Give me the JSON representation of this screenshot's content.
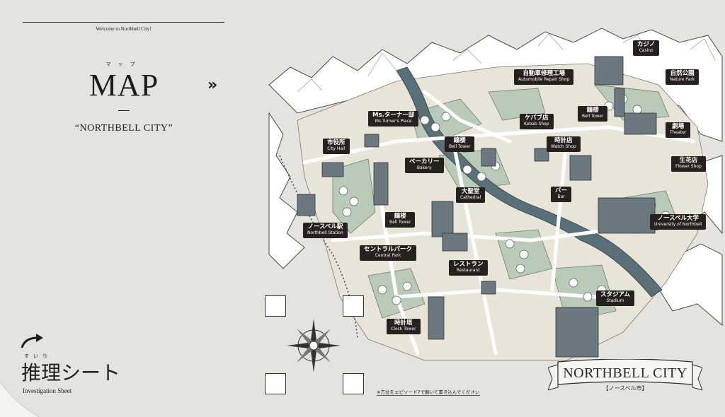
{
  "header": {
    "welcome": "Welcome to Northbell City!",
    "ruby": "マップ",
    "title": "MAP",
    "city": "“NORTHBELL CITY”",
    "arrows": "»"
  },
  "sheet": {
    "ruby": "すいり",
    "title": "推理シート",
    "subtitle": "Investigation Sheet"
  },
  "locations": [
    {
      "jp": "カジノ",
      "en": "Casino"
    },
    {
      "jp": "自動車修理工場",
      "en": "Automobile Repair Shop"
    },
    {
      "jp": "自然公園",
      "en": "Nature Park"
    },
    {
      "jp": "Ms.ターナー邸",
      "en": "Ms.Turner's Place"
    },
    {
      "jp": "ケバブ店",
      "en": "Kebab Shop"
    },
    {
      "jp": "鐘楼",
      "en": "Bell Tower"
    },
    {
      "jp": "劇場",
      "en": "Theater"
    },
    {
      "jp": "市役所",
      "en": "City Hall"
    },
    {
      "jp": "鐘楼",
      "en": "Bell Tower"
    },
    {
      "jp": "時計店",
      "en": "Watch Shop"
    },
    {
      "jp": "生花店",
      "en": "Flower Shop"
    },
    {
      "jp": "ベーカリー",
      "en": "Bakery"
    },
    {
      "jp": "大聖堂",
      "en": "Cathedral"
    },
    {
      "jp": "バー",
      "en": "Bar"
    },
    {
      "jp": "ノースベル駅",
      "en": "Northbell Station"
    },
    {
      "jp": "鐘楼",
      "en": "Bell Tower"
    },
    {
      "jp": "ノースベル大学",
      "en": "University of Northbell"
    },
    {
      "jp": "セントラルパーク",
      "en": "Central Park"
    },
    {
      "jp": "レストラン",
      "en": "Restaurant"
    },
    {
      "jp": "スタジアム",
      "en": "Stadium"
    },
    {
      "jp": "時計塔",
      "en": "Clock Tower"
    }
  ],
  "banner": {
    "title": "NORTHBELL CITY",
    "subtitle": "【ノースベル市】"
  },
  "note": "※方位をエピソード7で解いて書き込んでください",
  "colors": {
    "background": "#e4e3de",
    "label": "#26211f",
    "park": "#b9cbb8",
    "river": "#5a7079",
    "block": "#e8dfd1"
  }
}
